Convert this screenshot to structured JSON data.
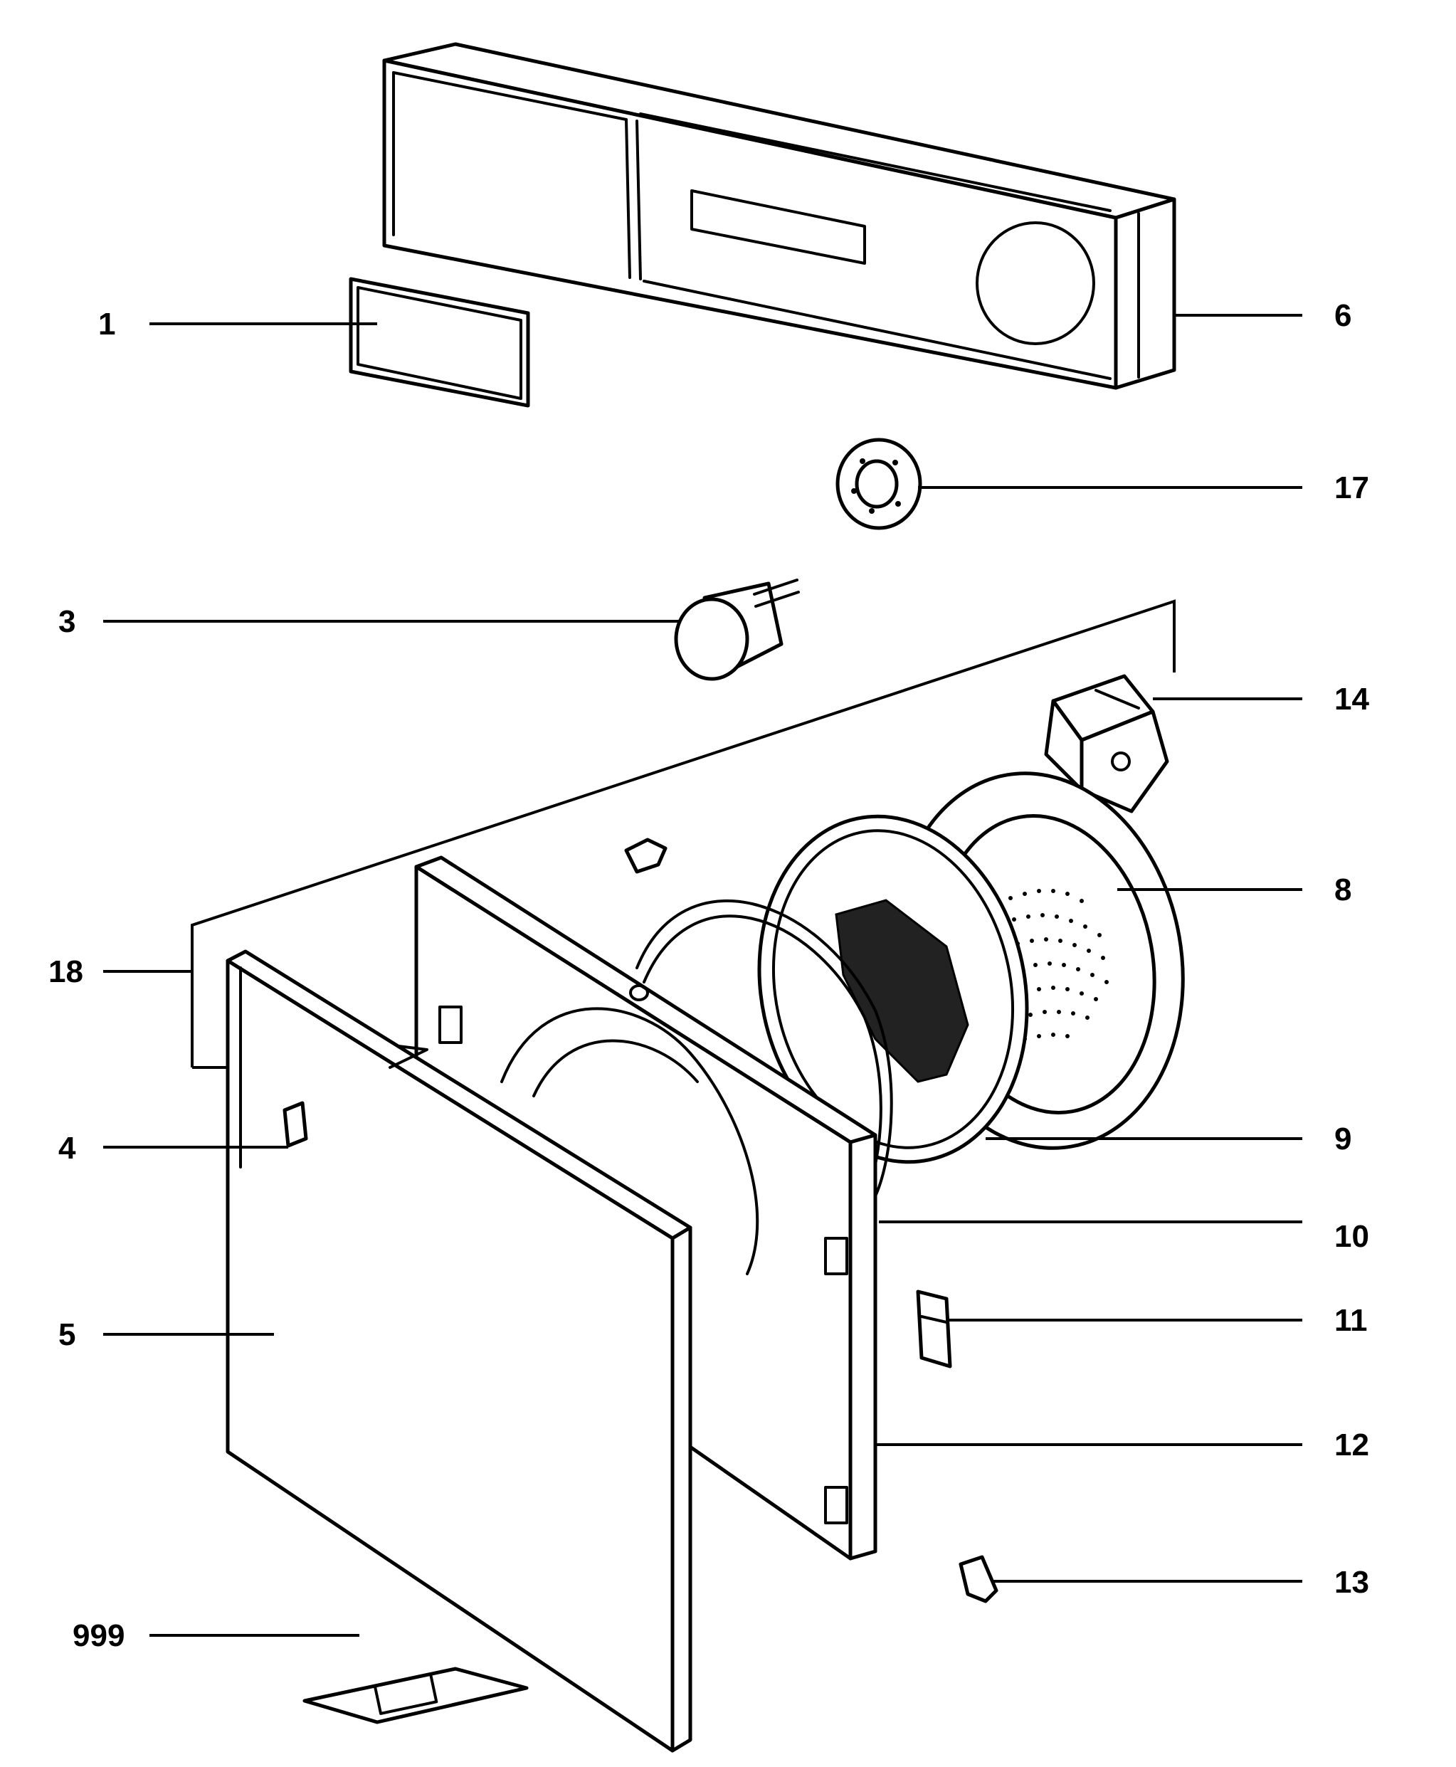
{
  "colors": {
    "line": "#000000",
    "background": "#ffffff"
  },
  "callouts": [
    {
      "id": "1",
      "label": "1"
    },
    {
      "id": "3",
      "label": "3"
    },
    {
      "id": "4",
      "label": "4"
    },
    {
      "id": "5",
      "label": "5"
    },
    {
      "id": "6",
      "label": "6"
    },
    {
      "id": "8",
      "label": "8"
    },
    {
      "id": "9",
      "label": "9"
    },
    {
      "id": "10",
      "label": "10"
    },
    {
      "id": "11",
      "label": "11"
    },
    {
      "id": "12",
      "label": "12"
    },
    {
      "id": "13",
      "label": "13"
    },
    {
      "id": "14",
      "label": "14"
    },
    {
      "id": "17",
      "label": "17"
    },
    {
      "id": "18",
      "label": "18"
    },
    {
      "id": "999",
      "label": "999"
    }
  ]
}
